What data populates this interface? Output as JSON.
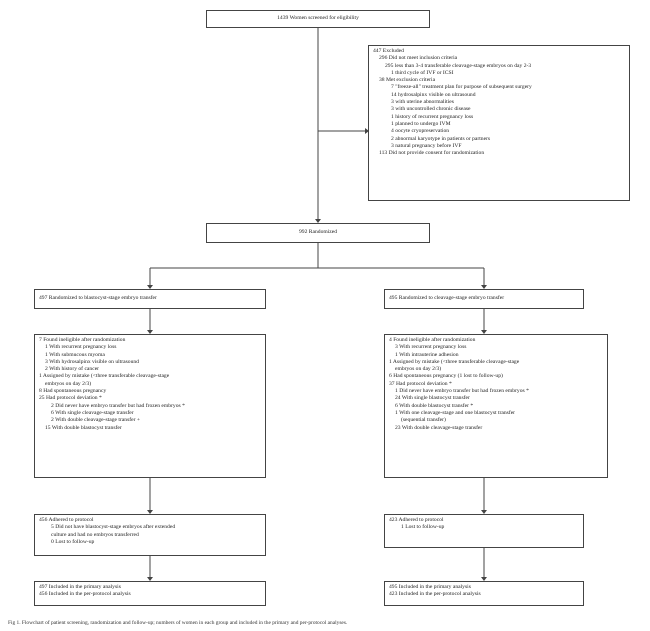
{
  "flowchart": {
    "screening": {
      "text": "1439 Women screened for eligibility"
    },
    "excluded": {
      "lines": [
        {
          "text": "447 Excluded",
          "level": 0
        },
        {
          "text": "296 Did not meet inclusion criteria",
          "level": 1
        },
        {
          "text": "295 less than 3-4 transferable cleavage-stage embryos on day 2-3",
          "level": 2
        },
        {
          "text": "1 third cycle of IVF or ICSI",
          "level": 3
        },
        {
          "text": "38 Met exclusion criteria",
          "level": 1
        },
        {
          "text": "7 \"freeze-all\" treatment plan for purpose of subsequent surgery",
          "level": 3
        },
        {
          "text": "14 hydrosalpinx visible on ultrasound",
          "level": 3
        },
        {
          "text": "3 with uterine abnormalities",
          "level": 3
        },
        {
          "text": "3 with uncontrolled chronic disease",
          "level": 3
        },
        {
          "text": "1 history of recurrent pregnancy loss",
          "level": 3
        },
        {
          "text": "1 planned to undergo IVM",
          "level": 3
        },
        {
          "text": "4 oocyte cryopreservation",
          "level": 3
        },
        {
          "text": "2 abnormal karyotype in patients or partners",
          "level": 3
        },
        {
          "text": "3 natural pregnancy before IVF",
          "level": 3
        },
        {
          "text": "113 Did not provide consent for randomization",
          "level": 1
        }
      ]
    },
    "randomized": {
      "text": "992 Randomized"
    },
    "left": {
      "arm": "497 Randomized to blastocyst-stage embryo transfer",
      "details": [
        {
          "text": "7 Found ineligible after randomization",
          "level": 0
        },
        {
          "text": "1 With recurrent pregnancy loss",
          "level": 1
        },
        {
          "text": "1 With submucous myoma",
          "level": 1
        },
        {
          "text": "3 With hydrosalpinx visible on ultrasound",
          "level": 1
        },
        {
          "text": "2 With history of cancer",
          "level": 1
        },
        {
          "text": "1 Assigned by mistake (<three transferable cleavage-stage",
          "level": 0
        },
        {
          "text": "embryos on day 2/3)",
          "level": 1
        },
        {
          "text": "8 Had spontaneous pregnancy",
          "level": 0
        },
        {
          "text": "25 Had protocol deviation *",
          "level": 0
        },
        {
          "text": "2 Did never have embryo transfer but had frozen embryos *",
          "level": 2
        },
        {
          "text": "6 With single cleavage-stage transfer",
          "level": 2
        },
        {
          "text": "2 With double cleavage-stage transfer +",
          "level": 2
        },
        {
          "text": "15 With double blastocyst transfer",
          "level": 1
        }
      ],
      "adhered": [
        {
          "text": "456 Adhered to protocol",
          "level": 0
        },
        {
          "text": "5 Did not have blastocyst-stage embryos after extended",
          "level": 2
        },
        {
          "text": "culture and had no embryos transferred",
          "level": 2
        },
        {
          "text": "0 Lost to follow-up",
          "level": 2
        }
      ],
      "analysis": [
        {
          "text": "497 Included in the primary analysis",
          "level": 0
        },
        {
          "text": "456 Included in the per-protocol analysis",
          "level": 0
        }
      ]
    },
    "right": {
      "arm": "495 Randomized to cleavage-stage embryo transfer",
      "details": [
        {
          "text": "4 Found ineligible after randomization",
          "level": 0
        },
        {
          "text": "3 With recurrent pregnancy loss",
          "level": 1
        },
        {
          "text": "1 With intrauterine adhesion",
          "level": 1
        },
        {
          "text": "1 Assigned by mistake (<three transferable cleavage-stage",
          "level": 0
        },
        {
          "text": "embryos on day 2/3)",
          "level": 1
        },
        {
          "text": "6 Had spontaneous pregnancy (1 lost to follow-up)",
          "level": 0
        },
        {
          "text": "37 Had protocol deviation *",
          "level": 0
        },
        {
          "text": "1 Did never have embryo transfer but had frozen embryos *",
          "level": 1
        },
        {
          "text": "24 With single blastocyst transfer",
          "level": 1
        },
        {
          "text": "6 With double blastocyst transfer *",
          "level": 1
        },
        {
          "text": "1 With one cleavage-stage and one blastocyst transfer",
          "level": 1
        },
        {
          "text": "(sequential transfer)",
          "level": 2
        },
        {
          "text": "23 With double cleavage-stage transfer",
          "level": 1
        }
      ],
      "adhered": [
        {
          "text": "423 Adhered to protocol",
          "level": 0
        },
        {
          "text": "1 Lost to follow-up",
          "level": 2
        }
      ],
      "analysis": [
        {
          "text": "495 Included in the primary analysis",
          "level": 0
        },
        {
          "text": "423 Included in the per-protocol analysis",
          "level": 0
        }
      ]
    },
    "caption": "Fig 1. Flowchart of patient screening, randomization and follow-up; numbers of women in each group and included in the primary and per-protocol analyses."
  }
}
